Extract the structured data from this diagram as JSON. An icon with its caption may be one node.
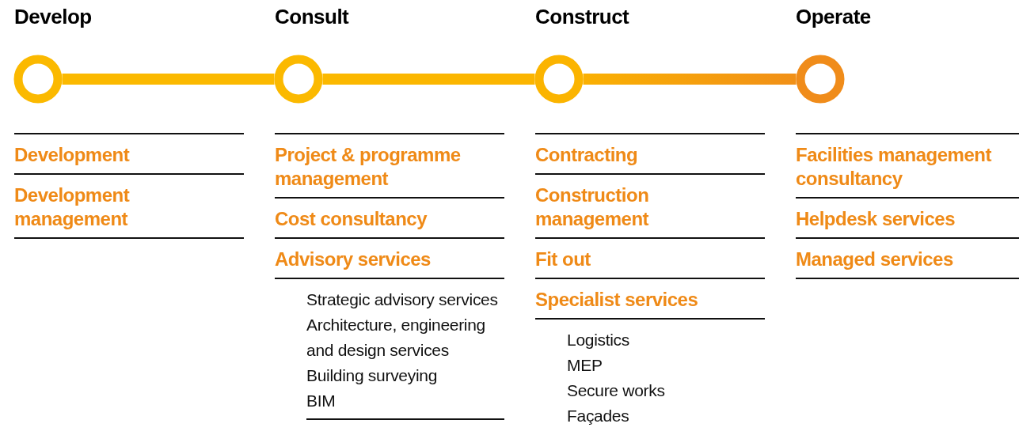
{
  "diagram": {
    "nodes": [
      {
        "text": [
          "Develop"
        ]
      },
      {
        "text": [
          "Consult"
        ]
      },
      {
        "text": [
          "Construct"
        ]
      },
      {
        "text": [
          "Operate"
        ]
      }
    ],
    "edges": [
      {
        "from": 0,
        "to": 1,
        "arrow": "none"
      },
      {
        "from": 1,
        "to": 2,
        "arrow": "none"
      },
      {
        "from": 2,
        "to": 3,
        "arrow": "none"
      }
    ],
    "labels": [
      "Development",
      "Development management",
      "Project & programme management",
      "Cost consultancy",
      "Advisory services",
      "Strategic advisory services",
      "Architecture, engineering and design services",
      "Building surveying",
      "BIM",
      "Contracting",
      "Construction management",
      "Fit out",
      "Specialist services",
      "Logistics",
      "MEP",
      "Secure works",
      "Façades",
      "Facilities management consultancy",
      "Helpdesk services",
      "Managed services"
    ]
  }
}
